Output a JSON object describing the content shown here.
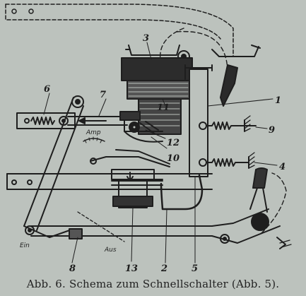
{
  "figure": {
    "labels": {
      "n1": "1",
      "n2": "2",
      "n3": "3",
      "n4": "4",
      "n5": "5",
      "n6": "6",
      "n7": "7",
      "n8": "8",
      "n9": "9",
      "n10": "10",
      "n11": "11",
      "n12": "12",
      "n13": "13",
      "amp": "Amp",
      "ein": "Ein",
      "aus": "Aus"
    },
    "caption": "Abb. 6.  Schema zum Schnellschalter (Abb. 5).",
    "colors": {
      "ink": "#1e1e1e",
      "paper": "#bcc2bd",
      "shade": "#3a3a3a"
    }
  }
}
